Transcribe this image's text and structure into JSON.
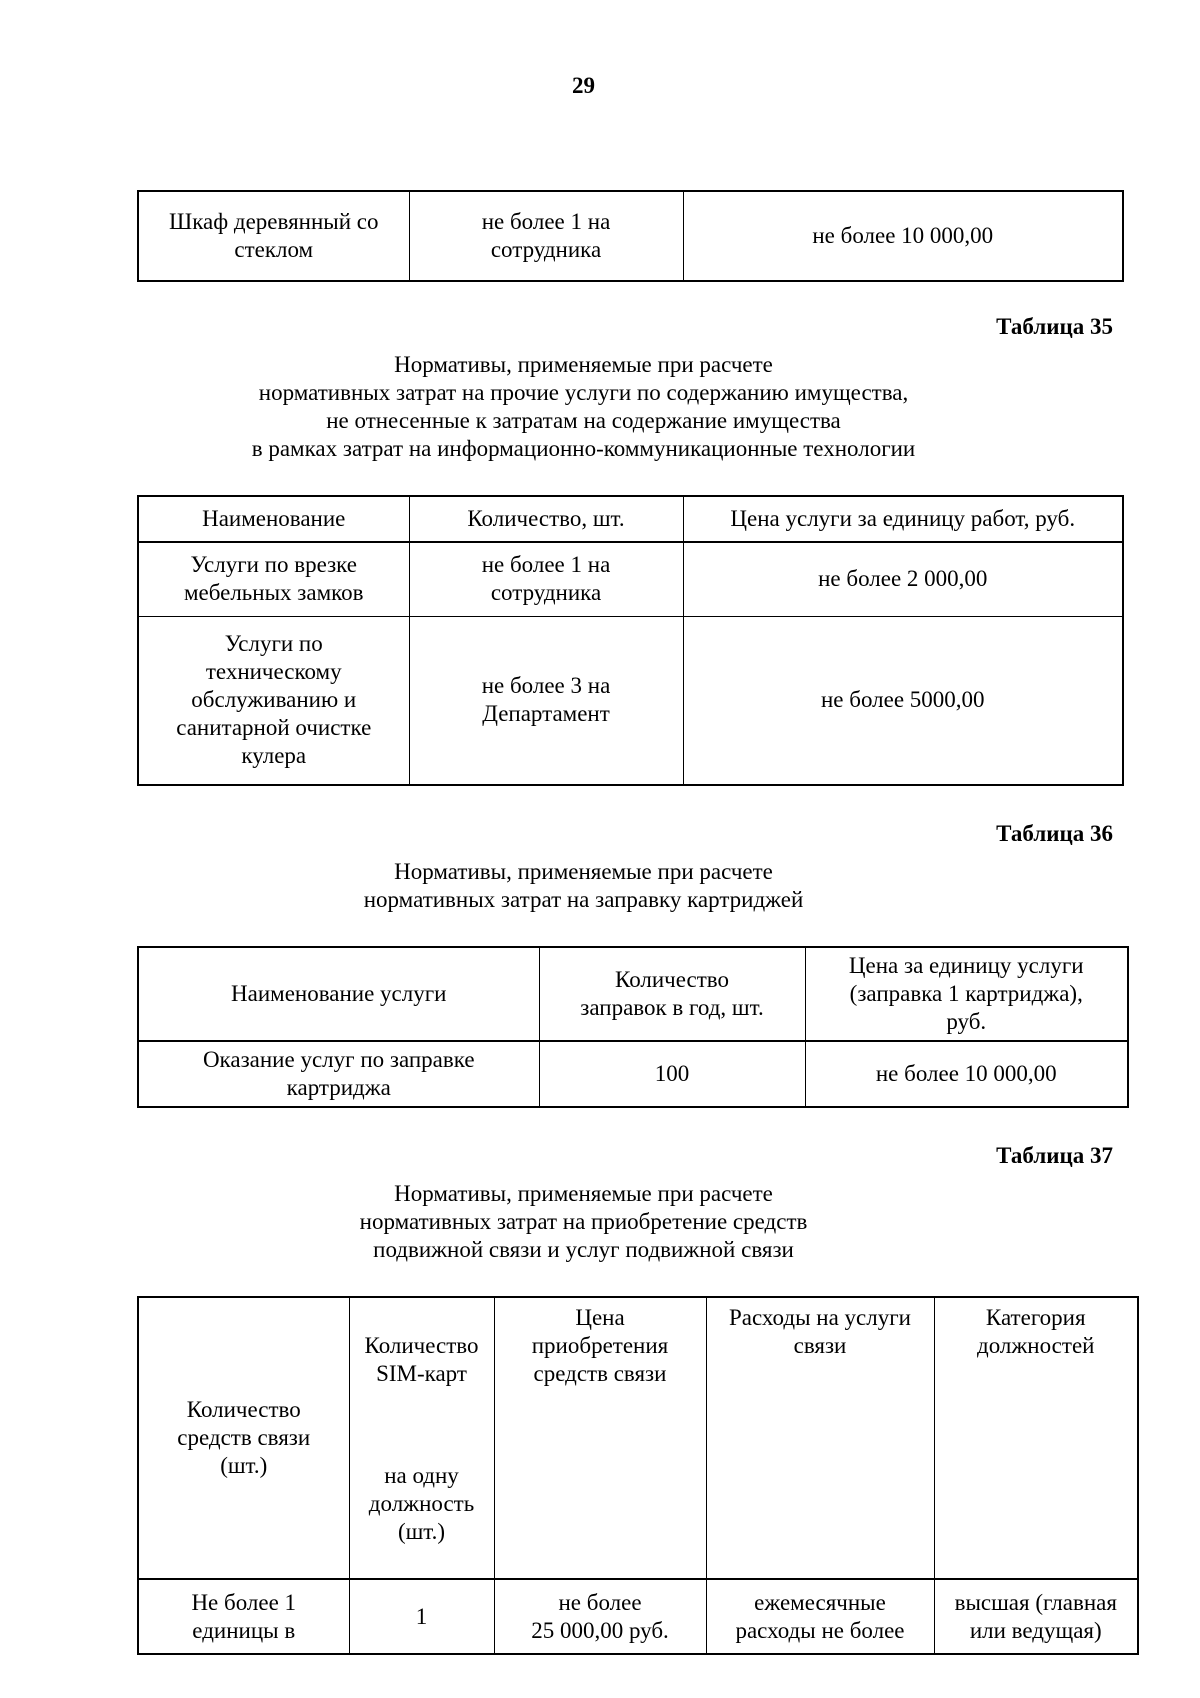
{
  "page_number": "29",
  "carryover_table": {
    "row": {
      "name": "Шкаф деревянный со\nстеклом",
      "quantity": "не более 1 на\nсотрудника",
      "price": "не более 10 000,00"
    }
  },
  "sections": [
    {
      "label": "Таблица 35",
      "title_lines": [
        "Нормативы, применяемые при расчете",
        "нормативных затрат на прочие услуги по содержанию имущества,",
        "не отнесенные к затратам на содержание имущества",
        "в рамках затрат на информационно-коммуникационные технологии"
      ],
      "table": {
        "headers": [
          "Наименование",
          "Количество, шт.",
          "Цена услуги за единицу работ, руб."
        ],
        "rows": [
          [
            "Услуги по врезке\nмебельных замков",
            "не более 1 на\nсотрудника",
            "не более 2 000,00"
          ],
          [
            "Услуги по\nтехническому\nобслуживанию и\nсанитарной очистке\nкулера",
            "не более 3 на\nДепартамент",
            "не более 5000,00"
          ]
        ]
      }
    },
    {
      "label": "Таблица 36",
      "title_lines": [
        "Нормативы, применяемые при расчете",
        "нормативных затрат на заправку картриджей"
      ],
      "table": {
        "headers": [
          "Наименование услуги",
          "Количество\nзаправок в год, шт.",
          "Цена за единицу услуги\n(заправка 1 картриджа),\nруб."
        ],
        "rows": [
          [
            "Оказание услуг по заправке\nкартриджа",
            "100",
            "не более 10 000,00"
          ]
        ]
      }
    },
    {
      "label": "Таблица 37",
      "title_lines": [
        "Нормативы, применяемые при расчете",
        "нормативных затрат на приобретение средств",
        "подвижной связи и услуг подвижной связи"
      ],
      "table": {
        "headers": {
          "col1": "Количество\nсредств связи\n(шт.)",
          "col2_top": "Количество\nSIM-карт",
          "col2_bottom": "на одну\nдолжность\n(шт.)",
          "col3": "Цена\nприобретения\nсредств связи",
          "col4": "Расходы на услуги\nсвязи",
          "col5": "Категория\nдолжностей"
        },
        "rows": [
          [
            "Не более 1\nединицы в",
            "1",
            "не более\n25 000,00 руб.",
            "ежемесячные\nрасходы не более",
            "высшая (главная\nили ведущая)"
          ]
        ]
      }
    }
  ]
}
